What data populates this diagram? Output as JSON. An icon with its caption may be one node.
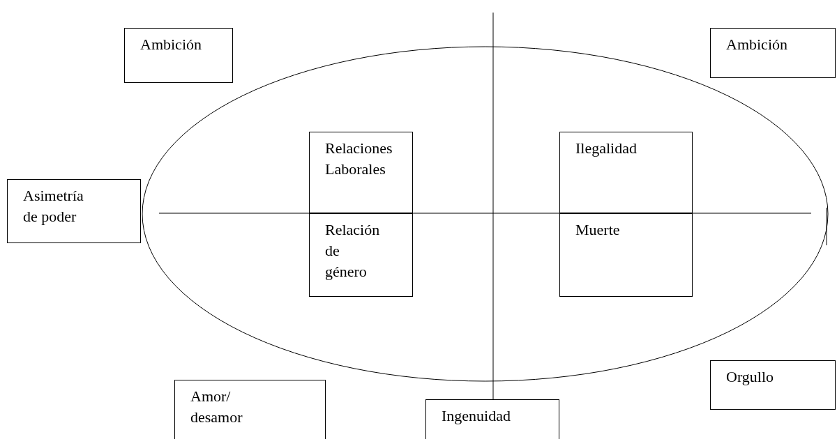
{
  "diagram": {
    "nodes": [
      {
        "text": [
          "Ambición"
        ]
      },
      {
        "text": [
          "Ambición"
        ]
      },
      {
        "text": [],
        "shape": "ellipse"
      },
      {
        "text": [
          "Relaciones Laborales"
        ],
        "in": 2
      },
      {
        "text": [
          "Ilegalidad"
        ],
        "in": 2
      },
      {
        "text": [
          "Asimetría de poder"
        ]
      },
      {
        "text": [
          "Relación de género"
        ],
        "in": 2
      },
      {
        "text": [
          "Muerte"
        ],
        "in": 2
      },
      {
        "text": [
          "Amor/ desamor"
        ]
      },
      {
        "text": [
          "Ingenuidad"
        ]
      },
      {
        "text": [
          "Orgullo"
        ]
      }
    ]
  }
}
